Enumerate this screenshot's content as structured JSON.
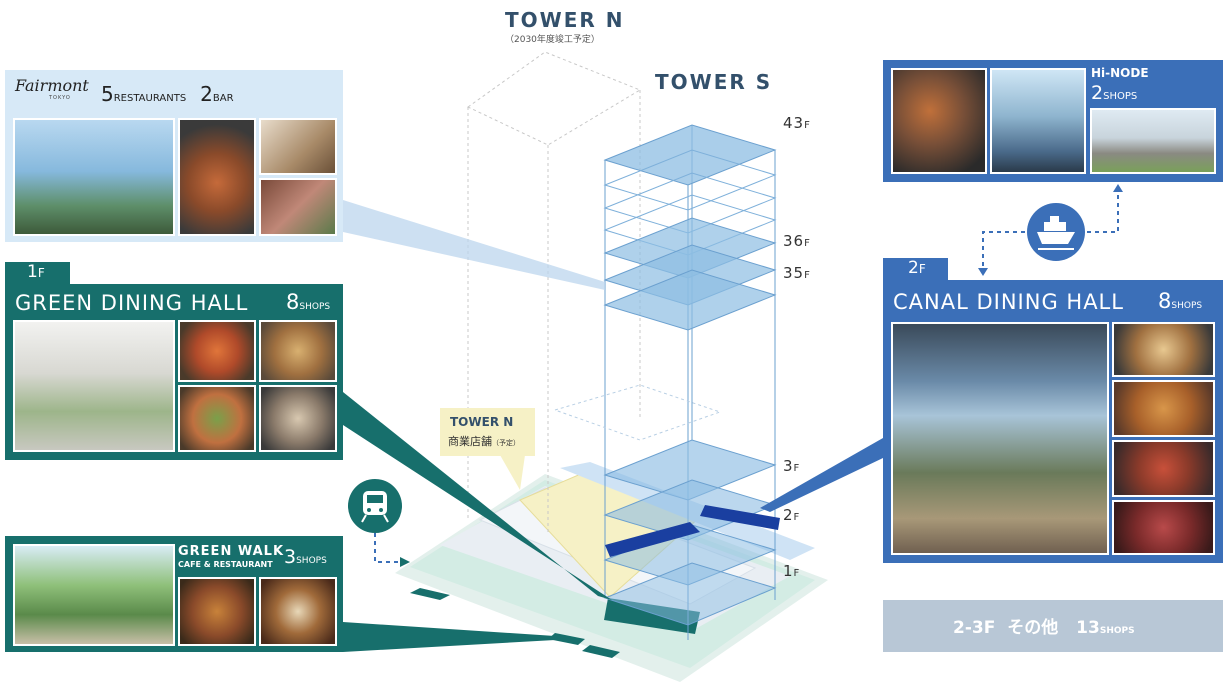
{
  "towers": {
    "n_title": "TOWER N",
    "n_note": "（2030年度竣工予定）",
    "s_title": "TOWER S",
    "callout_title": "TOWER N",
    "callout_sub": "商業店舗",
    "callout_note": "（予定）"
  },
  "floors": [
    {
      "num": "43",
      "unit": "F"
    },
    {
      "num": "36",
      "unit": "F"
    },
    {
      "num": "35",
      "unit": "F"
    },
    {
      "num": "3",
      "unit": "F"
    },
    {
      "num": "2",
      "unit": "F"
    },
    {
      "num": "1",
      "unit": "F"
    }
  ],
  "fairmont": {
    "brand": "Fairmont",
    "brand_sub": "TOKYO",
    "restaurants_num": "5",
    "restaurants_label": "RESTAURANTS",
    "bar_num": "2",
    "bar_label": "BAR"
  },
  "green_dining": {
    "floor_num": "1",
    "floor_unit": "F",
    "title": "GREEN DINING HALL",
    "count": "8",
    "unit": "SHOPS"
  },
  "green_walk": {
    "title": "GREEN WALK",
    "subtitle": "CAFE & RESTAURANT",
    "count": "3",
    "unit": "SHOPS"
  },
  "hinode": {
    "title": "Hi-NODE",
    "count": "2",
    "unit": "SHOPS"
  },
  "canal_dining": {
    "floor_num": "2",
    "floor_unit": "F",
    "title": "CANAL DINING HALL",
    "count": "8",
    "unit": "SHOPS"
  },
  "other": {
    "floors": "2-3F",
    "label": "その他",
    "count": "13",
    "unit": "SHOPS"
  },
  "icons": [
    "train-icon",
    "ship-icon"
  ],
  "colors": {
    "teal": "#176f6c",
    "blue": "#3b6fb8",
    "navy": "#1a3fa0",
    "light_blue_panel": "#d7e9f7",
    "glass": "#8dbde3",
    "other_panel": "#b8c7d6"
  }
}
